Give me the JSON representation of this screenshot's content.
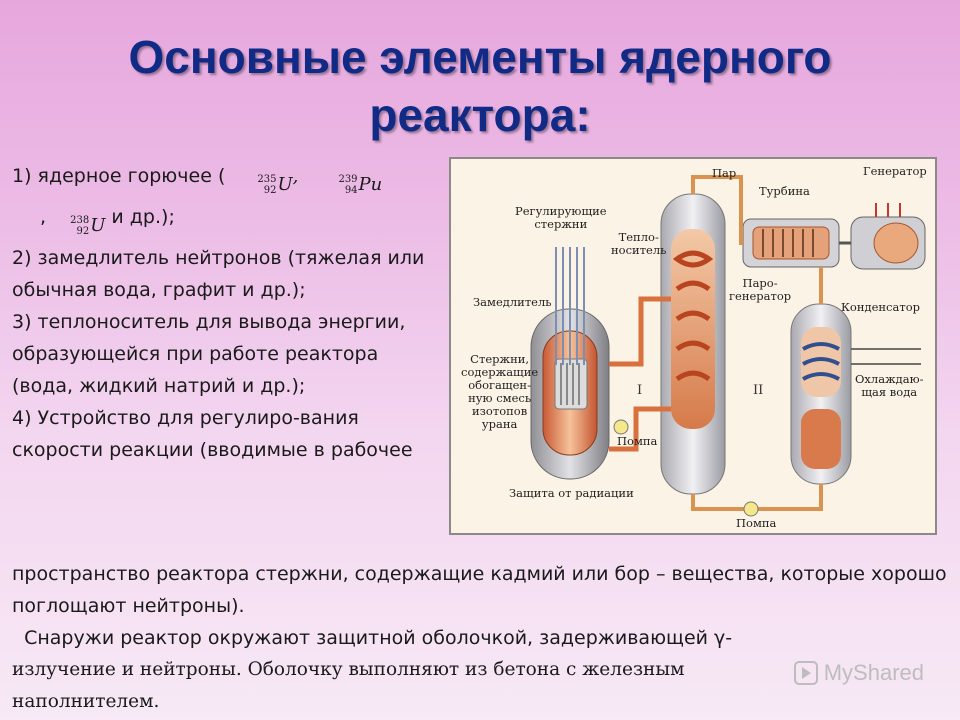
{
  "title": {
    "line1": "Основные элементы ядерного",
    "line2": "реактора:"
  },
  "items": {
    "item1_prefix": "1) ядерное горючее (",
    "iso1": {
      "mass": "235",
      "number": "92",
      "symbol": "U"
    },
    "iso2": {
      "mass": "239",
      "number": "94",
      "symbol": "Pu"
    },
    "iso3": {
      "mass": "238",
      "number": "92",
      "symbol": "U"
    },
    "item1_comma": ",",
    "item1_suffix": "и др.);",
    "item2": "2) замедлитель нейтронов (тяжелая или обычная вода, графит и др.);",
    "item3": "3) теплоноситель для вывода энергии, образующейся при работе реактора (вода, жидкий натрий и др.);",
    "item4": "4) Устройство для регулиро-вания скорости реакции (вводимые в рабочее"
  },
  "continuation": "пространство реактора стержни, содержащие кадмий или бор – вещества, которые хорошо поглощают нейтроны).",
  "shielding_line1": "  Снаружи реактор окружают защитной оболочкой, задерживающей γ-",
  "shielding_line2": "излучение и нейтроны. Оболочку выполняют из бетона с железным",
  "shielding_line3": "наполнителем.",
  "diagram": {
    "labels": {
      "steam": "Пар",
      "turbine": "Турбина",
      "generator": "Генератор",
      "control_rods": "Регулирующие\nстержни",
      "coolant": "Тепло-\nноситель",
      "moderator": "Замедлитель",
      "steam_generator": "Паро-\nгенератор",
      "condenser": "Конденсатор",
      "fuel_rods": "Стержни,\nсодержащие\nобогащен-\nную смесь\nизотопов\nурана",
      "cooling_water": "Охлаждаю-\nщая вода",
      "pump1": "Помпа",
      "radiation_shield": "Защита от радиации",
      "pump2": "Помпа",
      "circuit1": "I",
      "circuit2": "II"
    }
  },
  "watermark": "MyShared",
  "colors": {
    "title": "#102a86",
    "background_top": "#e7a7dd",
    "background_bottom": "#f7e9f5",
    "primary_loop": "#d9713e",
    "secondary_loop": "#d9934e"
  }
}
